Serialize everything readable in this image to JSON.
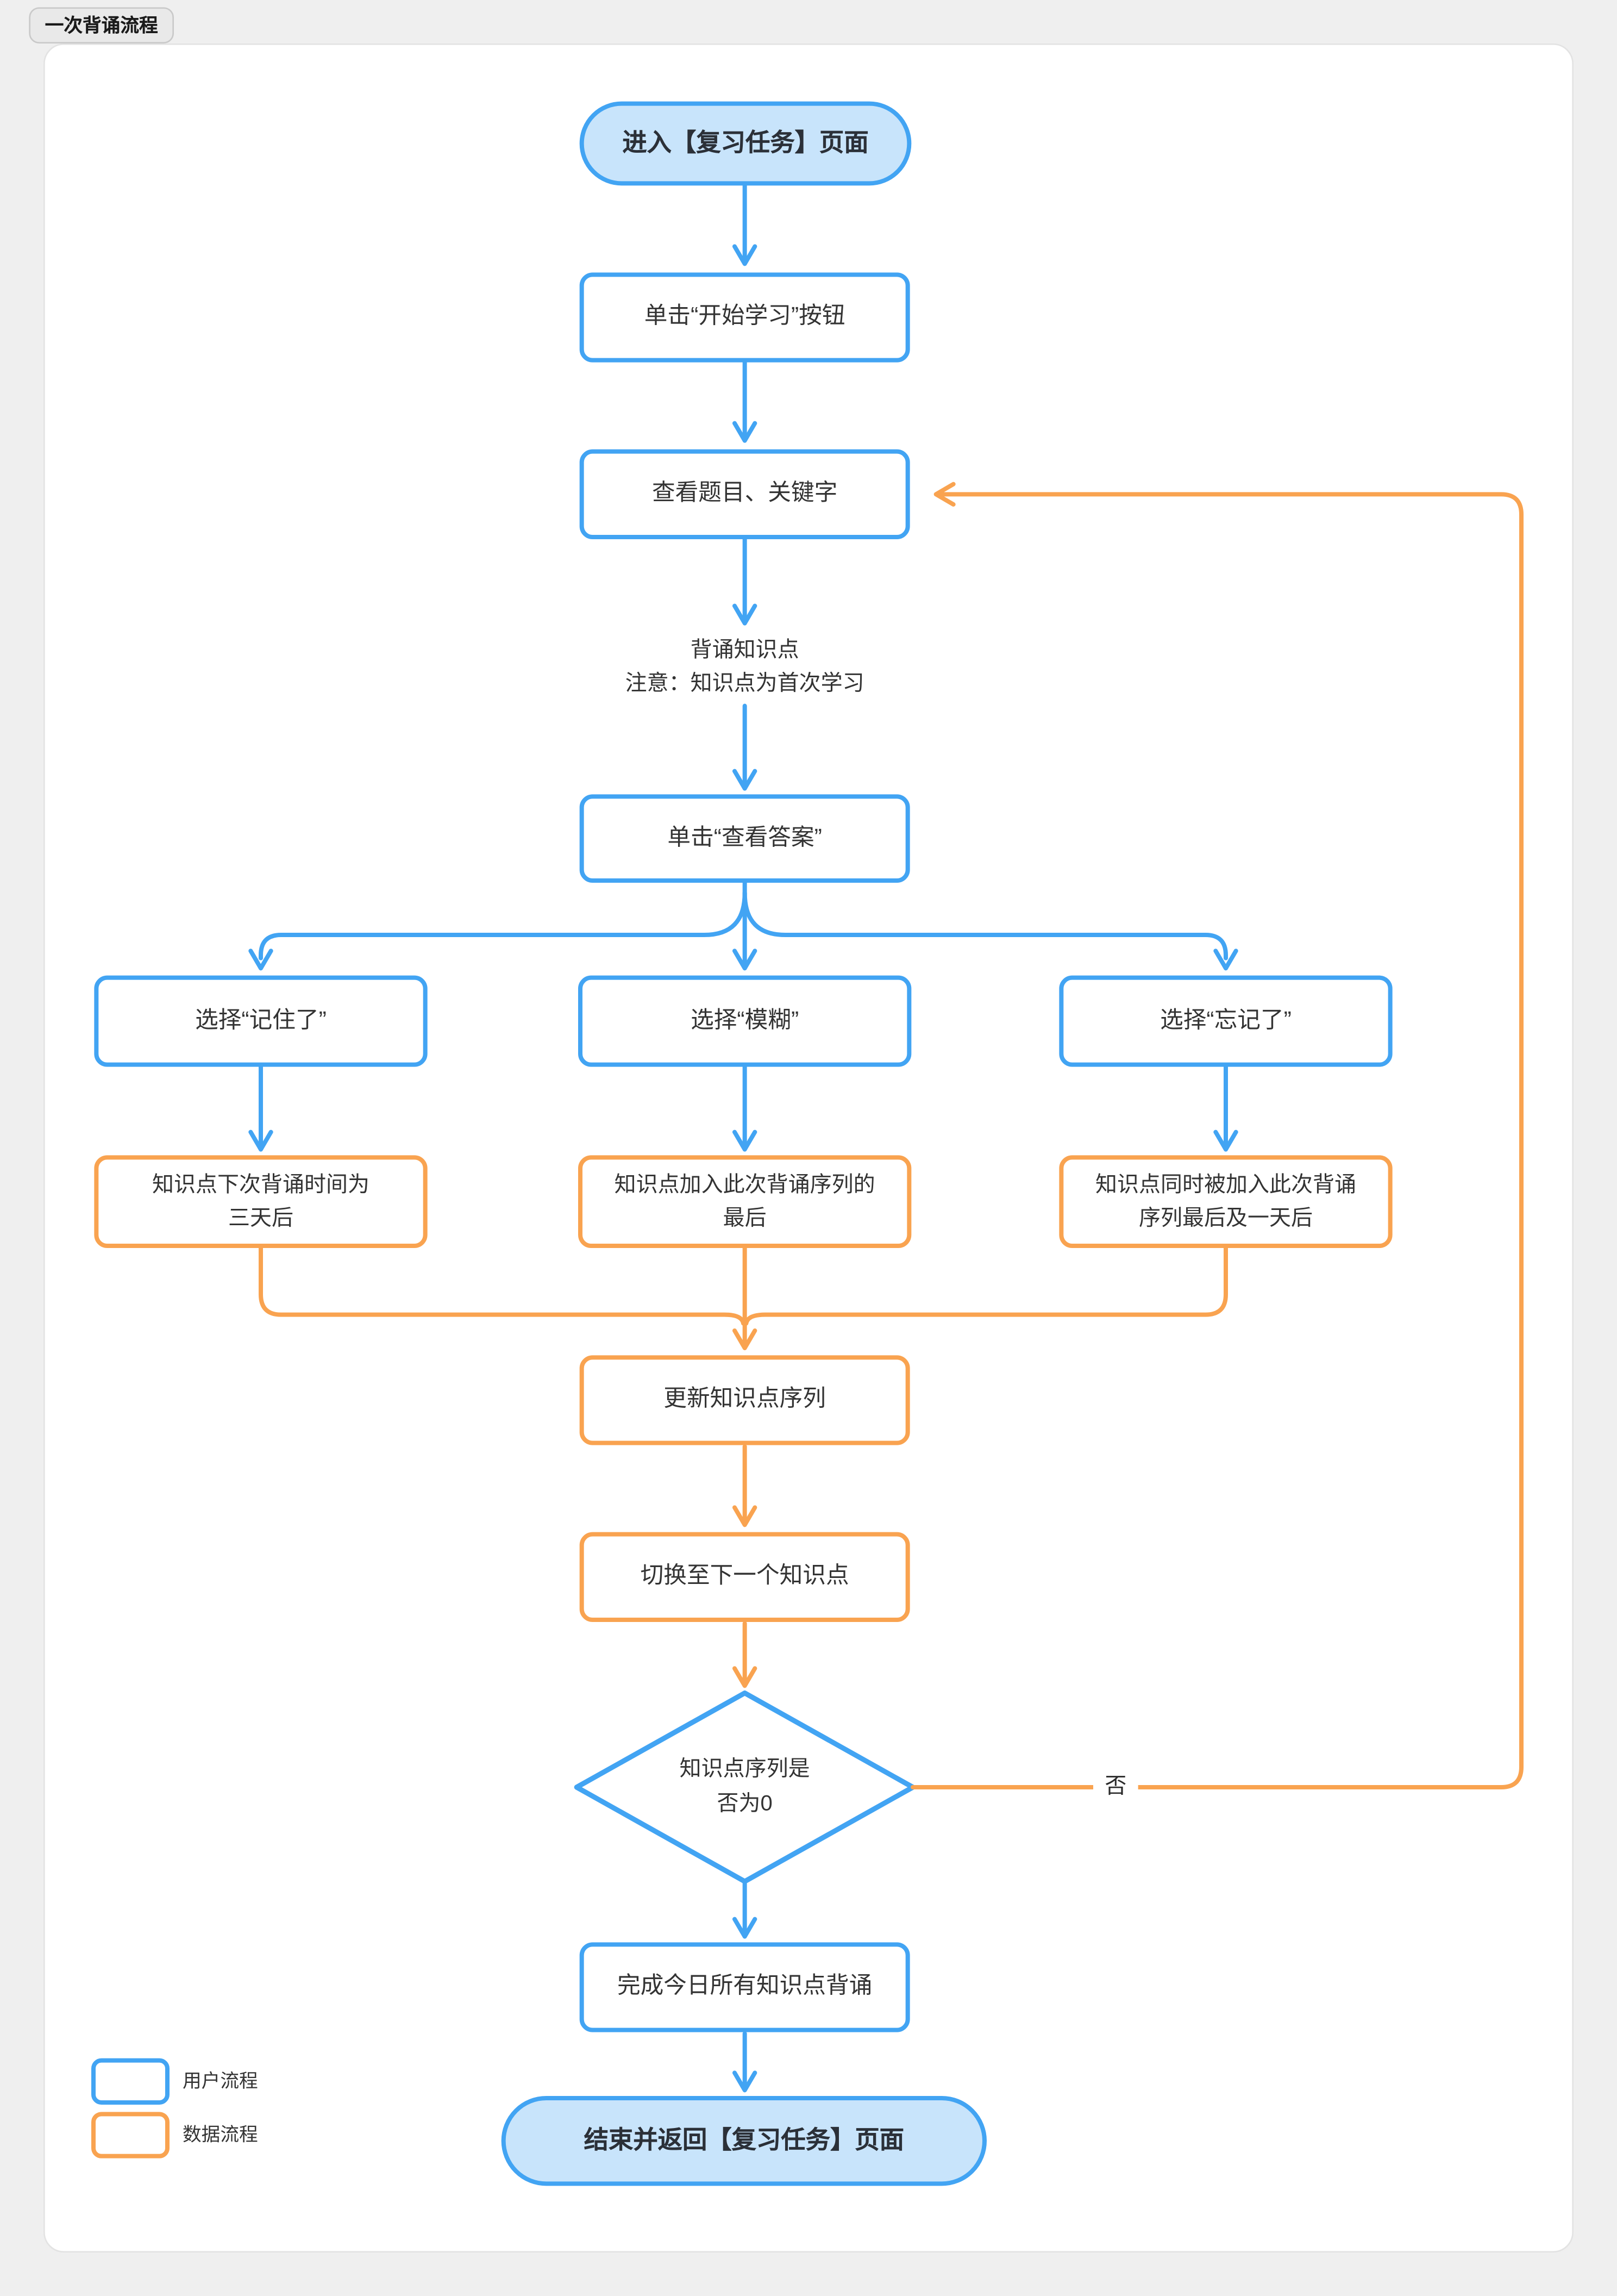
{
  "badge": "一次背诵流程",
  "nodes": {
    "start": "进入【复习任务】页面",
    "click_start": "单击“开始学习”按钮",
    "view_question": "查看题目、关键字",
    "recite_note": "背诵知识点\n注意：知识点为首次学习",
    "click_answer": "单击“查看答案”",
    "choose_remembered": "选择“记住了”",
    "choose_vague": "选择“模糊”",
    "choose_forgot": "选择“忘记了”",
    "remembered_result": "知识点下次背诵时间为\n三天后",
    "vague_result": "知识点加入此次背诵序列的\n最后",
    "forgot_result": "知识点同时被加入此次背诵\n序列最后及一天后",
    "update_sequence": "更新知识点序列",
    "switch_next": "切换至下一个知识点",
    "decision_zero": "知识点序列是\n否为0",
    "finish_today": "完成今日所有知识点背诵",
    "end": "结束并返回【复习任务】页面"
  },
  "edge_labels": {
    "no": "否"
  },
  "legend": {
    "user": "用户流程",
    "data": "数据流程"
  },
  "colors": {
    "user_flow": "#42a4f3",
    "data_flow": "#f9a350",
    "terminal_fill": "#c8e4fb",
    "canvas": "#ffffff",
    "page_background": "#efefef"
  }
}
